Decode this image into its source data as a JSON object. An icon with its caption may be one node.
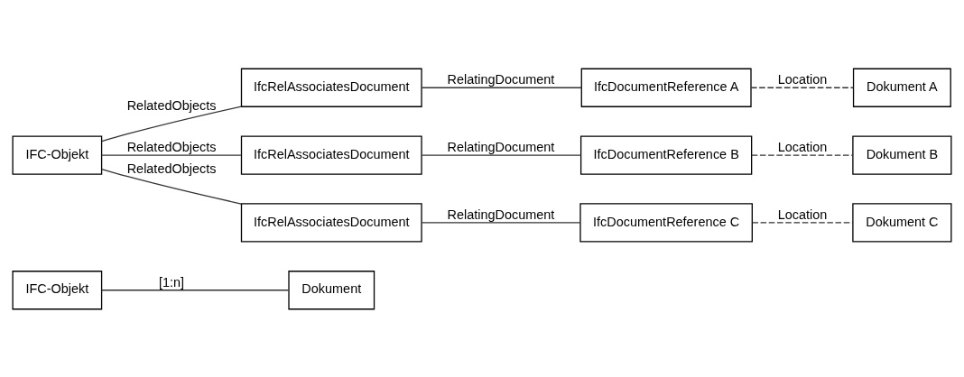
{
  "diagram": {
    "nodes": [
      {
        "text": [
          "IFC-Objekt"
        ]
      },
      {
        "text": [
          "Dokument"
        ]
      },
      {
        "text": [
          "IFC-Objekt"
        ]
      },
      {
        "text": [
          "IfcRelAssociatesDocument"
        ]
      },
      {
        "text": [
          "IfcRelAssociatesDocument"
        ]
      },
      {
        "text": [
          "IfcRelAssociatesDocument"
        ]
      },
      {
        "text": [
          "IfcDocumentReference A"
        ]
      },
      {
        "text": [
          "IfcDocumentReference B"
        ]
      },
      {
        "text": [
          "IfcDocumentReference C"
        ]
      },
      {
        "text": [
          "Dokument A"
        ]
      },
      {
        "text": [
          "Dokument B"
        ]
      },
      {
        "text": [
          "Dokument C"
        ]
      }
    ],
    "edges": [
      {
        "from": 0,
        "to": 1,
        "arrow": "none",
        "label": "[1:n]"
      },
      {
        "from": 2,
        "to": 3,
        "arrow": "none",
        "label": "RelatedObjects"
      },
      {
        "from": 2,
        "to": 4,
        "arrow": "none",
        "label": "RelatedObjects"
      },
      {
        "from": 2,
        "to": 5,
        "arrow": "none",
        "label": "RelatedObjects"
      },
      {
        "from": 3,
        "to": 6,
        "arrow": "none",
        "label": "RelatingDocument"
      },
      {
        "from": 4,
        "to": 7,
        "arrow": "none",
        "label": "RelatingDocument"
      },
      {
        "from": 5,
        "to": 8,
        "arrow": "none",
        "label": "RelatingDocument"
      },
      {
        "from": 6,
        "to": 9,
        "arrow": "none",
        "label": "Location",
        "style": "dashed"
      },
      {
        "from": 7,
        "to": 10,
        "arrow": "none",
        "label": "Location",
        "style": "dashed"
      },
      {
        "from": 8,
        "to": 11,
        "arrow": "none",
        "label": "Location",
        "style": "dashed"
      }
    ]
  }
}
